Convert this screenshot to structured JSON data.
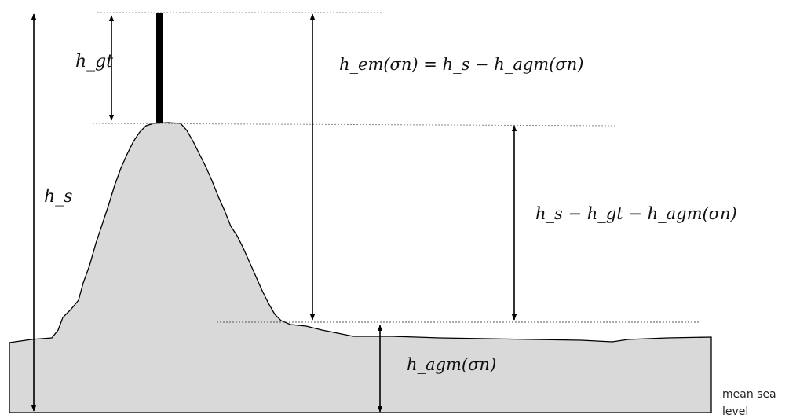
{
  "labels": {
    "h_gt": "h_gt",
    "h_s": "h_s",
    "h_em_formula": "h_em(σn) = h_s − h_agm(σn)",
    "h_difference": "h_s − h_gt − h_agm(σn)",
    "h_agm": "h_agm(σn)",
    "mean_sea_level_line1": "mean sea",
    "mean_sea_level_line2": "level"
  },
  "colors": {
    "terrain_fill": "#d9d9d9",
    "line": "#000000",
    "dashed": "#7f7f7f"
  }
}
